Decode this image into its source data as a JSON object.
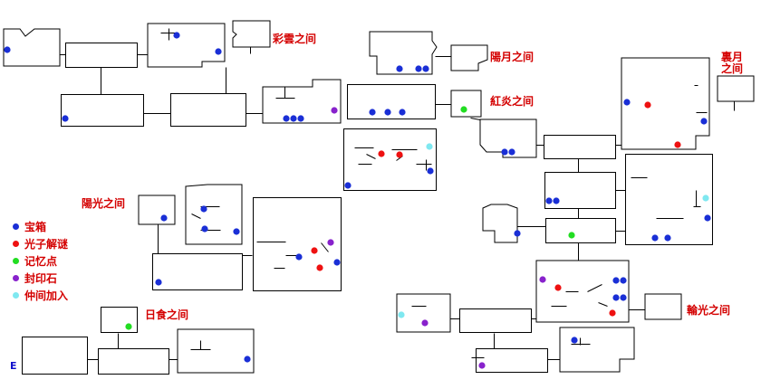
{
  "area_labels": {
    "caiyun": "彩雲之间",
    "yangyue": "陽月之间",
    "liyue_line1": "裏月",
    "liyue_line2": "之间",
    "hongyan": "紅炎之间",
    "yangguang": "陽光之间",
    "rishi": "日食之间",
    "lunguang": "輪光之间"
  },
  "legend": {
    "items": [
      {
        "label": "宝箱",
        "color": "#1a2fd6"
      },
      {
        "label": "光子解谜",
        "color": "#ee1111"
      },
      {
        "label": "记忆点",
        "color": "#22dd22"
      },
      {
        "label": "封印石",
        "color": "#8822cc"
      },
      {
        "label": "仲间加入",
        "color": "#7fe8f0"
      }
    ]
  },
  "entrance_label": "E",
  "colors": {
    "wall": "#000000",
    "label": "#d40000",
    "entrance": "#1010cc"
  }
}
